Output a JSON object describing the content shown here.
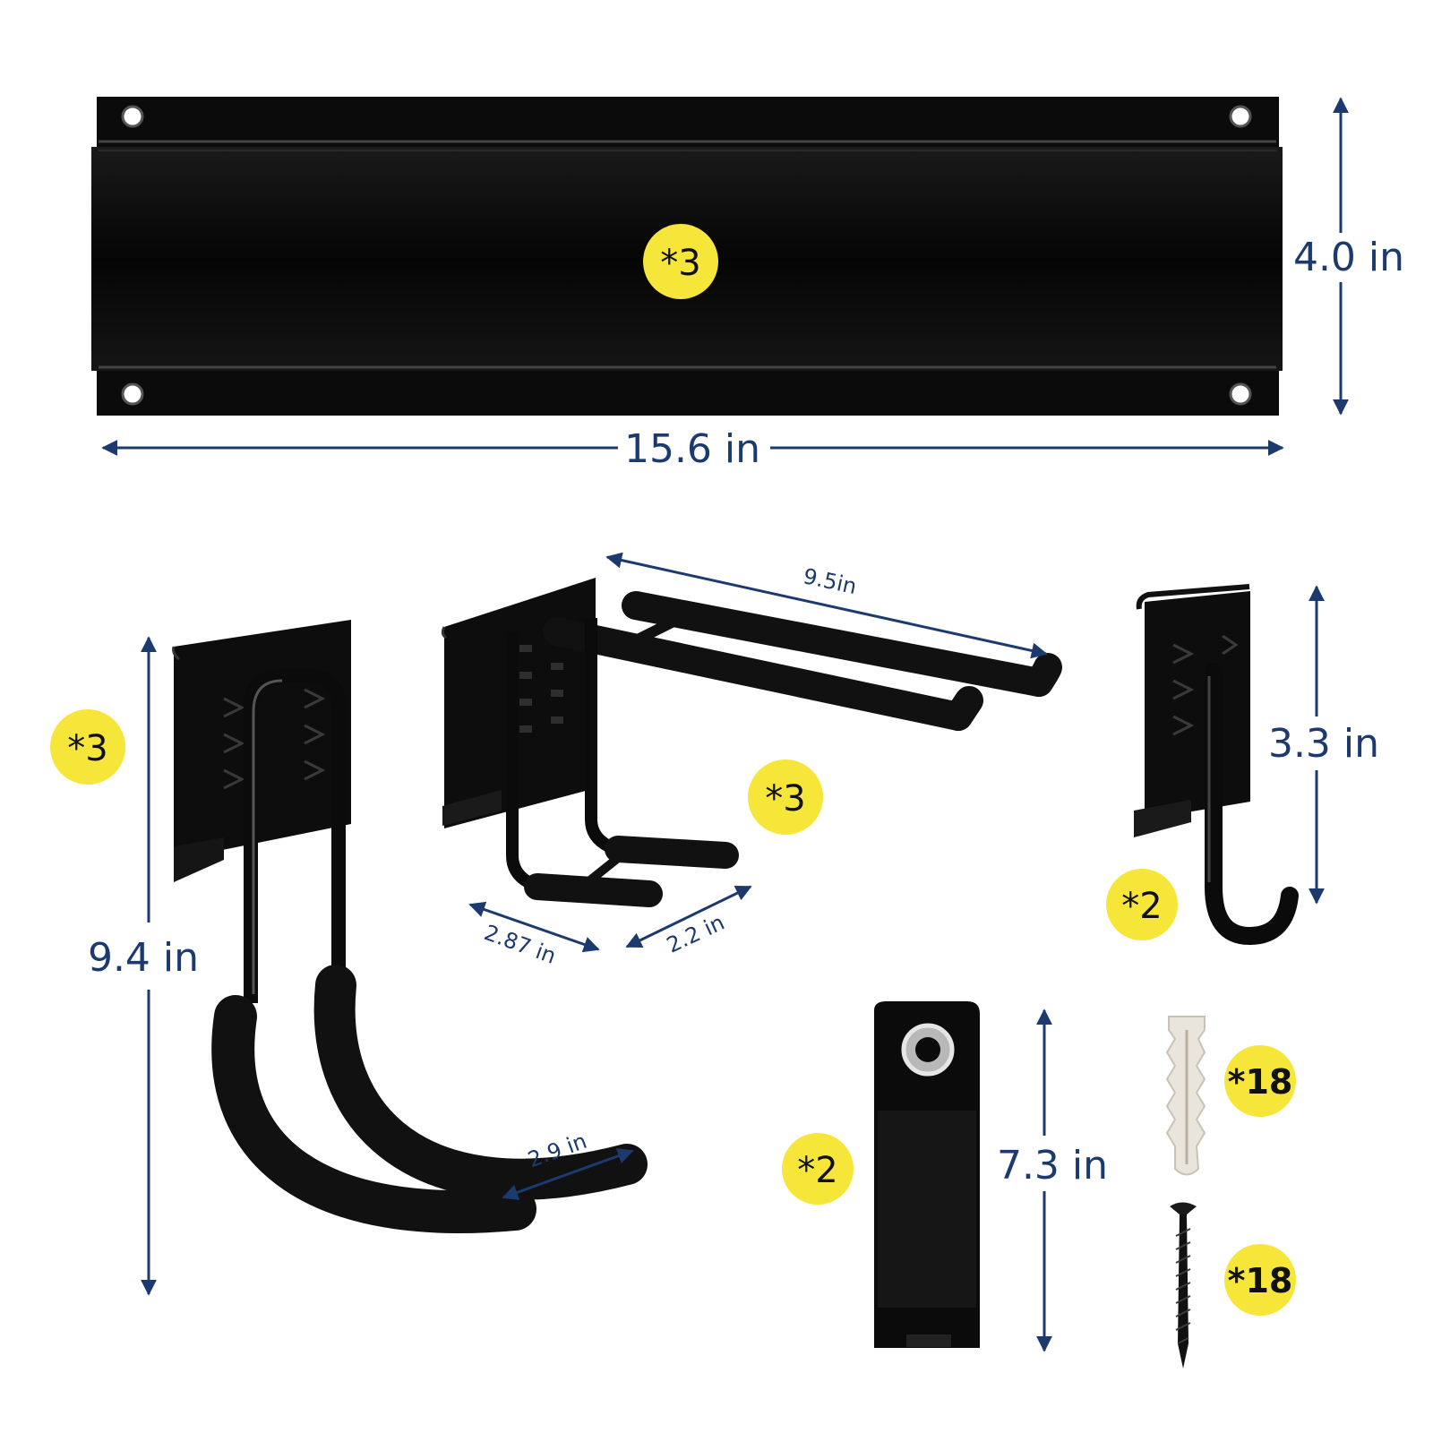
{
  "colors": {
    "metal": "#0b0b0b",
    "metal_highlight": "#3a3a3a",
    "dimension": "#1d3a6e",
    "badge": "#f7e63a",
    "anchor_plastic": "#e9e5dc"
  },
  "rail": {
    "quantity": "*3",
    "width_label": "15.6 in",
    "height_label": "4.0 in"
  },
  "bike_hook": {
    "quantity": "*3",
    "height_label": "9.4 in",
    "gap_label": "2.9 in"
  },
  "double_hook": {
    "quantity": "*3",
    "length_label": "9.5in",
    "depth_label": "2.87 in",
    "width_label": "2.2 in"
  },
  "j_hook": {
    "quantity": "*2",
    "height_label": "3.3 in"
  },
  "strap": {
    "quantity": "*2",
    "length_label": "7.3 in"
  },
  "anchor": {
    "quantity": "*18"
  },
  "screw": {
    "quantity": "*18"
  }
}
